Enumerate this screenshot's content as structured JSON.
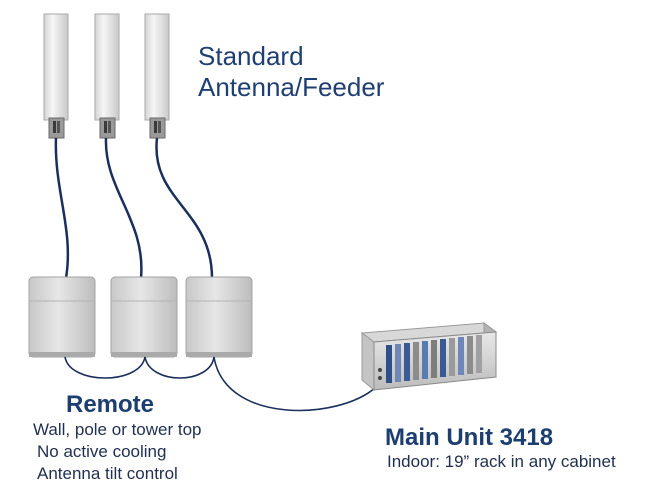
{
  "labels": {
    "antenna_line1": "Standard",
    "antenna_line2": "Antenna/Feeder",
    "remote_title": "Remote",
    "remote_line1": "Wall, pole or tower top",
    "remote_line2": "No active cooling",
    "remote_line3": "Antenna tilt control",
    "main_title": "Main Unit 3418",
    "main_desc": "Indoor: 19” rack in any cabinet"
  },
  "colors": {
    "cable": "#1b2f5c",
    "antenna_body": "#ececec",
    "remote_body": "#dcdcdc",
    "text_dark_blue": "#1c3e70"
  }
}
